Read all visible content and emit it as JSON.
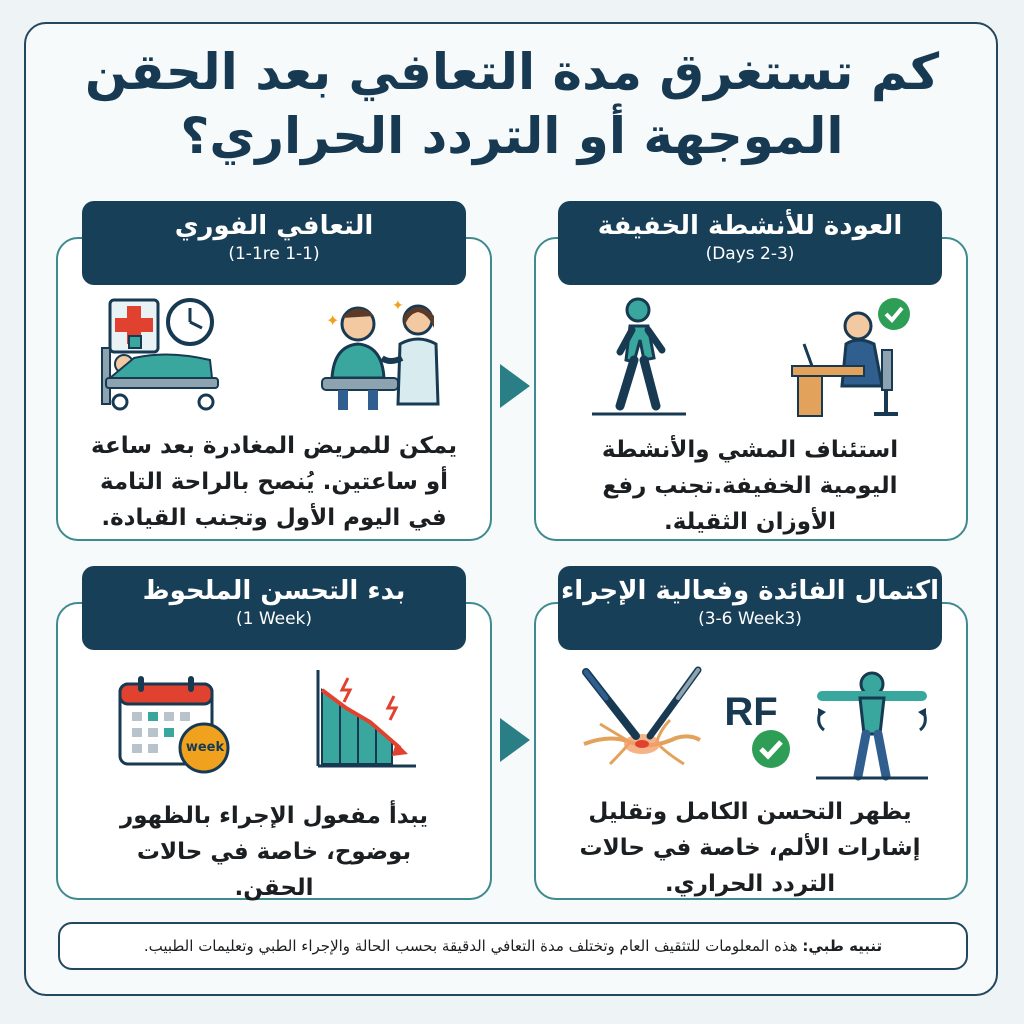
{
  "title": {
    "line1": "كم تستغرق مدة التعافي بعد الحقن",
    "line2": "الموجهة أو التردد الحراري؟"
  },
  "cards": {
    "immediate": {
      "heading": "التعافي الفوري",
      "timeframe": "(1-1re 1-1)",
      "text": "يمكن للمريض المغادرة بعد ساعة أو ساعتين. يُنصح بالراحة التامة في اليوم الأول وتجنب القيادة."
    },
    "light_activity": {
      "heading": "العودة للأنشطة الخفيفة",
      "timeframe": "(Days 2-3)",
      "text": "استئناف المشي والأنشطة اليومية الخفيفة.تجنب رفع الأوزان الثقيلة."
    },
    "noticeable": {
      "heading": "بدء التحسن الملحوظ",
      "timeframe": "(1 Week)",
      "text": "يبدأ مفعول الإجراء بالظهور بوضوح، خاصة في حالات الحقن.",
      "calendar_badge": "week"
    },
    "full_benefit": {
      "heading": "اكتمال الفائدة وفعالية الإجراء",
      "timeframe": "(3-6 Week3)",
      "text": "يظهر التحسن الكامل وتقليل إشارات الألم، خاصة في حالات التردد الحراري.",
      "rf_label": "RF"
    }
  },
  "disclaimer": {
    "label": "تنبيه طبي:",
    "text": " هذه المعلومات للتثقيف العام وتختلف مدة التعافي الدقيقة بحسب الحالة والإجراء الطبي وتعليمات الطبيب."
  },
  "colors": {
    "navy": "#183f58",
    "teal": "#3f8a8f",
    "accent_teal": "#2f8f8a",
    "check_green": "#2e9e57",
    "alert_red": "#e0422f",
    "calendar_orange": "#f0a21f"
  },
  "icons": [
    "hospital-bed-clock-icon",
    "doctor-patient-icon",
    "walking-person-icon",
    "desk-worker-check-icon",
    "calendar-week-icon",
    "pain-decline-chart-icon",
    "needle-nerve-icon",
    "rf-check-icon",
    "stretching-person-icon"
  ]
}
